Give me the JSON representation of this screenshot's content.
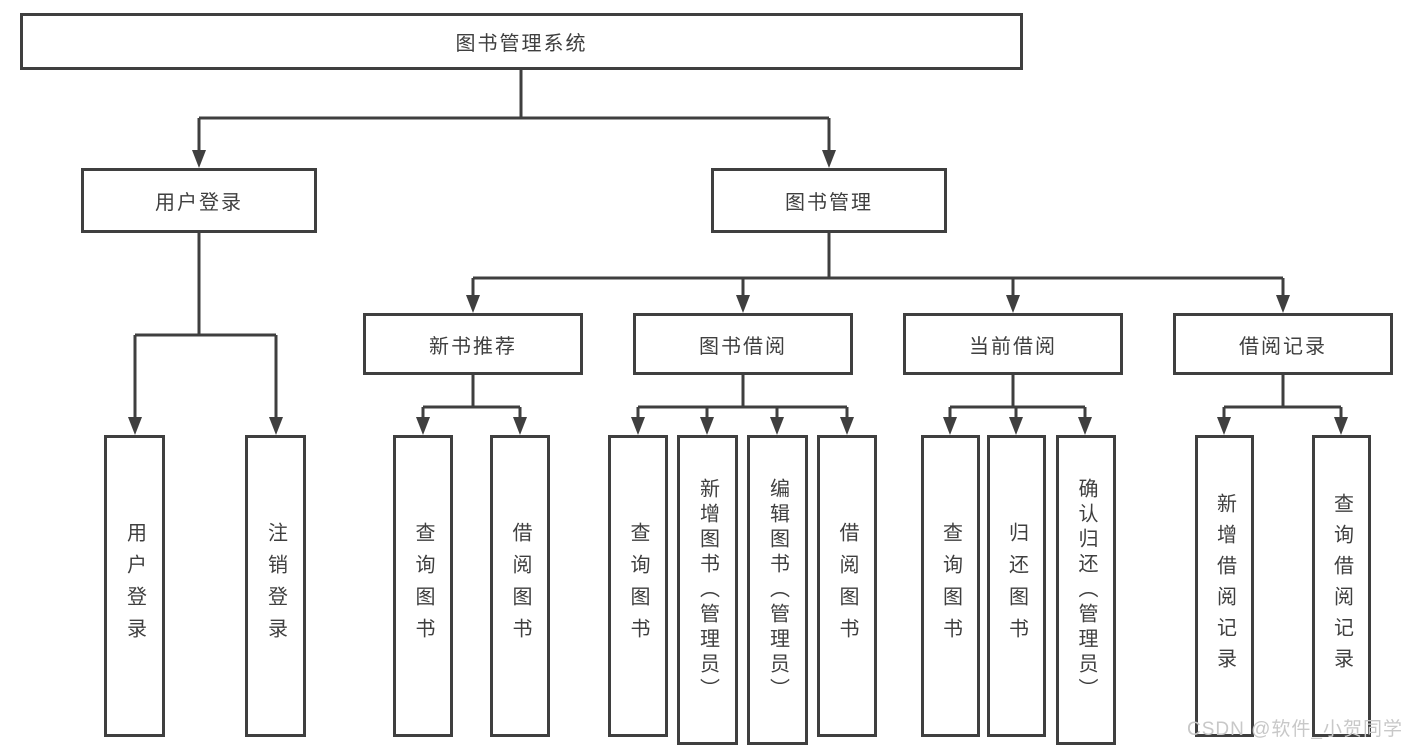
{
  "diagram": {
    "watermark": "CSDN @软件_小贺同学",
    "colors": {
      "line": "#3f3f3f",
      "box_border": "#3f3f3f",
      "text": "#3f3f3f",
      "watermark_text": "#c8c8c8",
      "background": "#ffffff"
    },
    "tree": {
      "label": "图书管理系统",
      "children": [
        {
          "label": "用户登录",
          "children": [
            {
              "label": "用户登录"
            },
            {
              "label": "注销登录"
            }
          ]
        },
        {
          "label": "图书管理",
          "children": [
            {
              "label": "新书推荐",
              "children": [
                {
                  "label": "查询图书"
                },
                {
                  "label": "借阅图书"
                }
              ]
            },
            {
              "label": "图书借阅",
              "children": [
                {
                  "label": "查询图书"
                },
                {
                  "label": "新增图书（管理员）"
                },
                {
                  "label": "编辑图书（管理员）"
                },
                {
                  "label": "借阅图书"
                }
              ]
            },
            {
              "label": "当前借阅",
              "children": [
                {
                  "label": "查询图书"
                },
                {
                  "label": "归还图书"
                },
                {
                  "label": "确认归还（管理员）"
                }
              ]
            },
            {
              "label": "借阅记录",
              "children": [
                {
                  "label": "新增借阅记录"
                },
                {
                  "label": "查询借阅记录"
                }
              ]
            }
          ]
        }
      ]
    }
  }
}
